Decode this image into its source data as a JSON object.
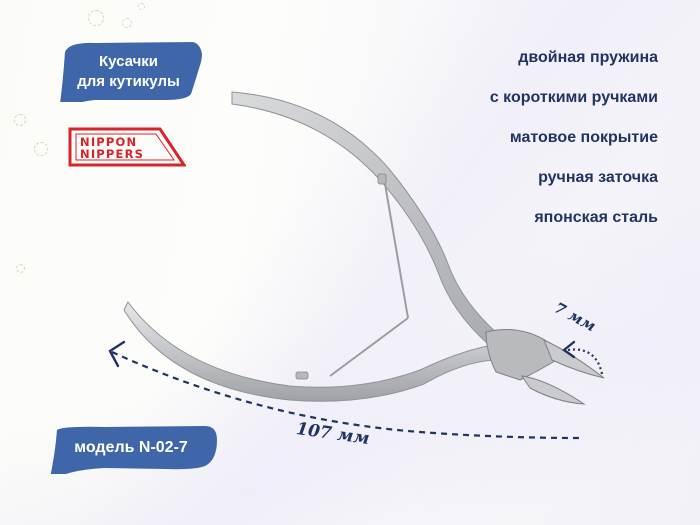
{
  "product": {
    "title_line1": "Кусачки",
    "title_line2": "для кутикулы",
    "brand_line1": "NIPPON",
    "brand_line2": "NIPPERS",
    "model": "модель N-02-7"
  },
  "features": [
    "двойная пружина",
    "с короткими ручками",
    "матовое покрытие",
    "ручная заточка",
    "японская сталь"
  ],
  "dimensions": {
    "length": "107 мм",
    "blade": "7 мм"
  },
  "colors": {
    "bubble": "#3f66a8",
    "text_dark": "#1f3461",
    "brand_red": "#d8232a",
    "steel": "#c9cbce"
  },
  "icons": {
    "length_arrow": "dashed-curved-arrow-icon",
    "blade_arrow": "dotted-curved-arrow-icon"
  }
}
